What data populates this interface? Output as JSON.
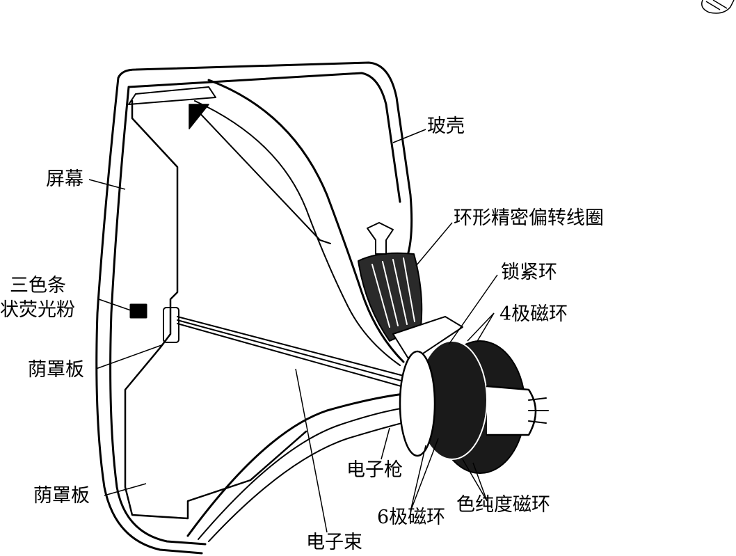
{
  "colors": {
    "ink": "#000000",
    "paper": "#ffffff",
    "shade": "#1a1a1a"
  },
  "labels": {
    "glass_shell": "玻壳",
    "screen": "屏幕",
    "deflection_coil": "环形精密偏转线圈",
    "locking_ring": "锁紧环",
    "four_pole_ring": "4极磁环",
    "phosphor_line1": "三色条",
    "phosphor_line2": "状荧光粉",
    "shadow_mask_upper": "荫罩板",
    "shadow_mask_lower": "荫罩板",
    "electron_gun": "电子枪",
    "six_pole_ring": "6极磁环",
    "purity_ring": "色纯度磁环",
    "electron_beam": "电子束"
  },
  "icons": {
    "corner_mark": "corner-logo-icon"
  }
}
